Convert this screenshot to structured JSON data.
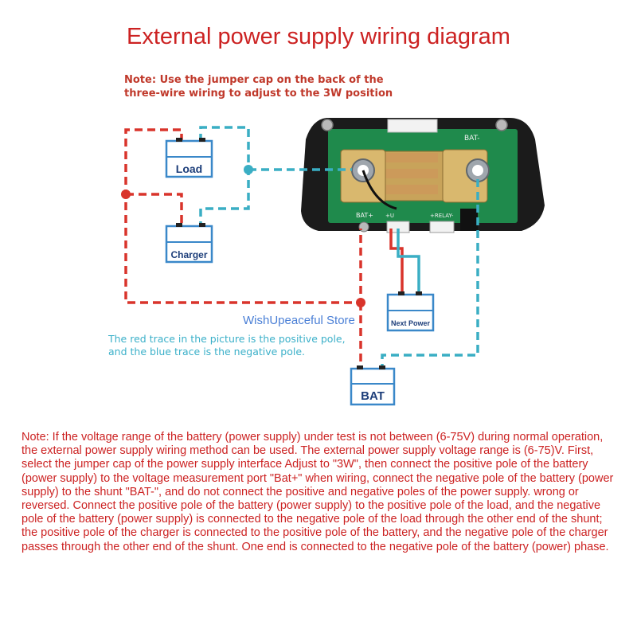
{
  "title": "External power supply wiring diagram",
  "top_note": "Note: Use the jumper cap on the back of the three-wire wiring to adjust to the 3W position",
  "components": {
    "load": "Load",
    "charger": "Charger",
    "next_power": "Next Power",
    "bat": "BAT"
  },
  "board_labels": {
    "bat_minus": "BAT-",
    "bat_plus": "BAT+",
    "relay": "+RELAY-",
    "ui": "+U"
  },
  "trace_note": "The red trace in the picture is the positive pole, and the blue trace is the negative pole.",
  "watermark": "WishUpeaceful Store",
  "bottom_note": "Note: If the voltage range of the battery (power supply) under test is not between (6-75V) during normal operation, the external power supply wiring method can be used. The external power supply voltage range is (6-75)V. First, select the jumper cap of the power supply interface Adjust to \"3W\", then connect the positive pole of the battery (power supply) to the voltage measurement port \"Bat+\" when wiring, connect the negative pole of the battery (power supply) to the shunt \"BAT-\", and do not connect the positive and negative poles of the power supply. wrong or reversed. Connect the positive pole of the battery (power supply) to the positive pole of the load, and the negative pole of the battery (power supply) is connected to the negative pole of the load through the other end of the shunt; the positive pole of the charger is connected to the positive pole of the battery, and the negative pole of the charger passes through the other end of the shunt. One end is connected to the negative pole of the battery (power) phase.",
  "colors": {
    "positive": "#d9342b",
    "negative": "#3aaec4",
    "title": "#cc2222",
    "board": "#1f8a4c"
  }
}
